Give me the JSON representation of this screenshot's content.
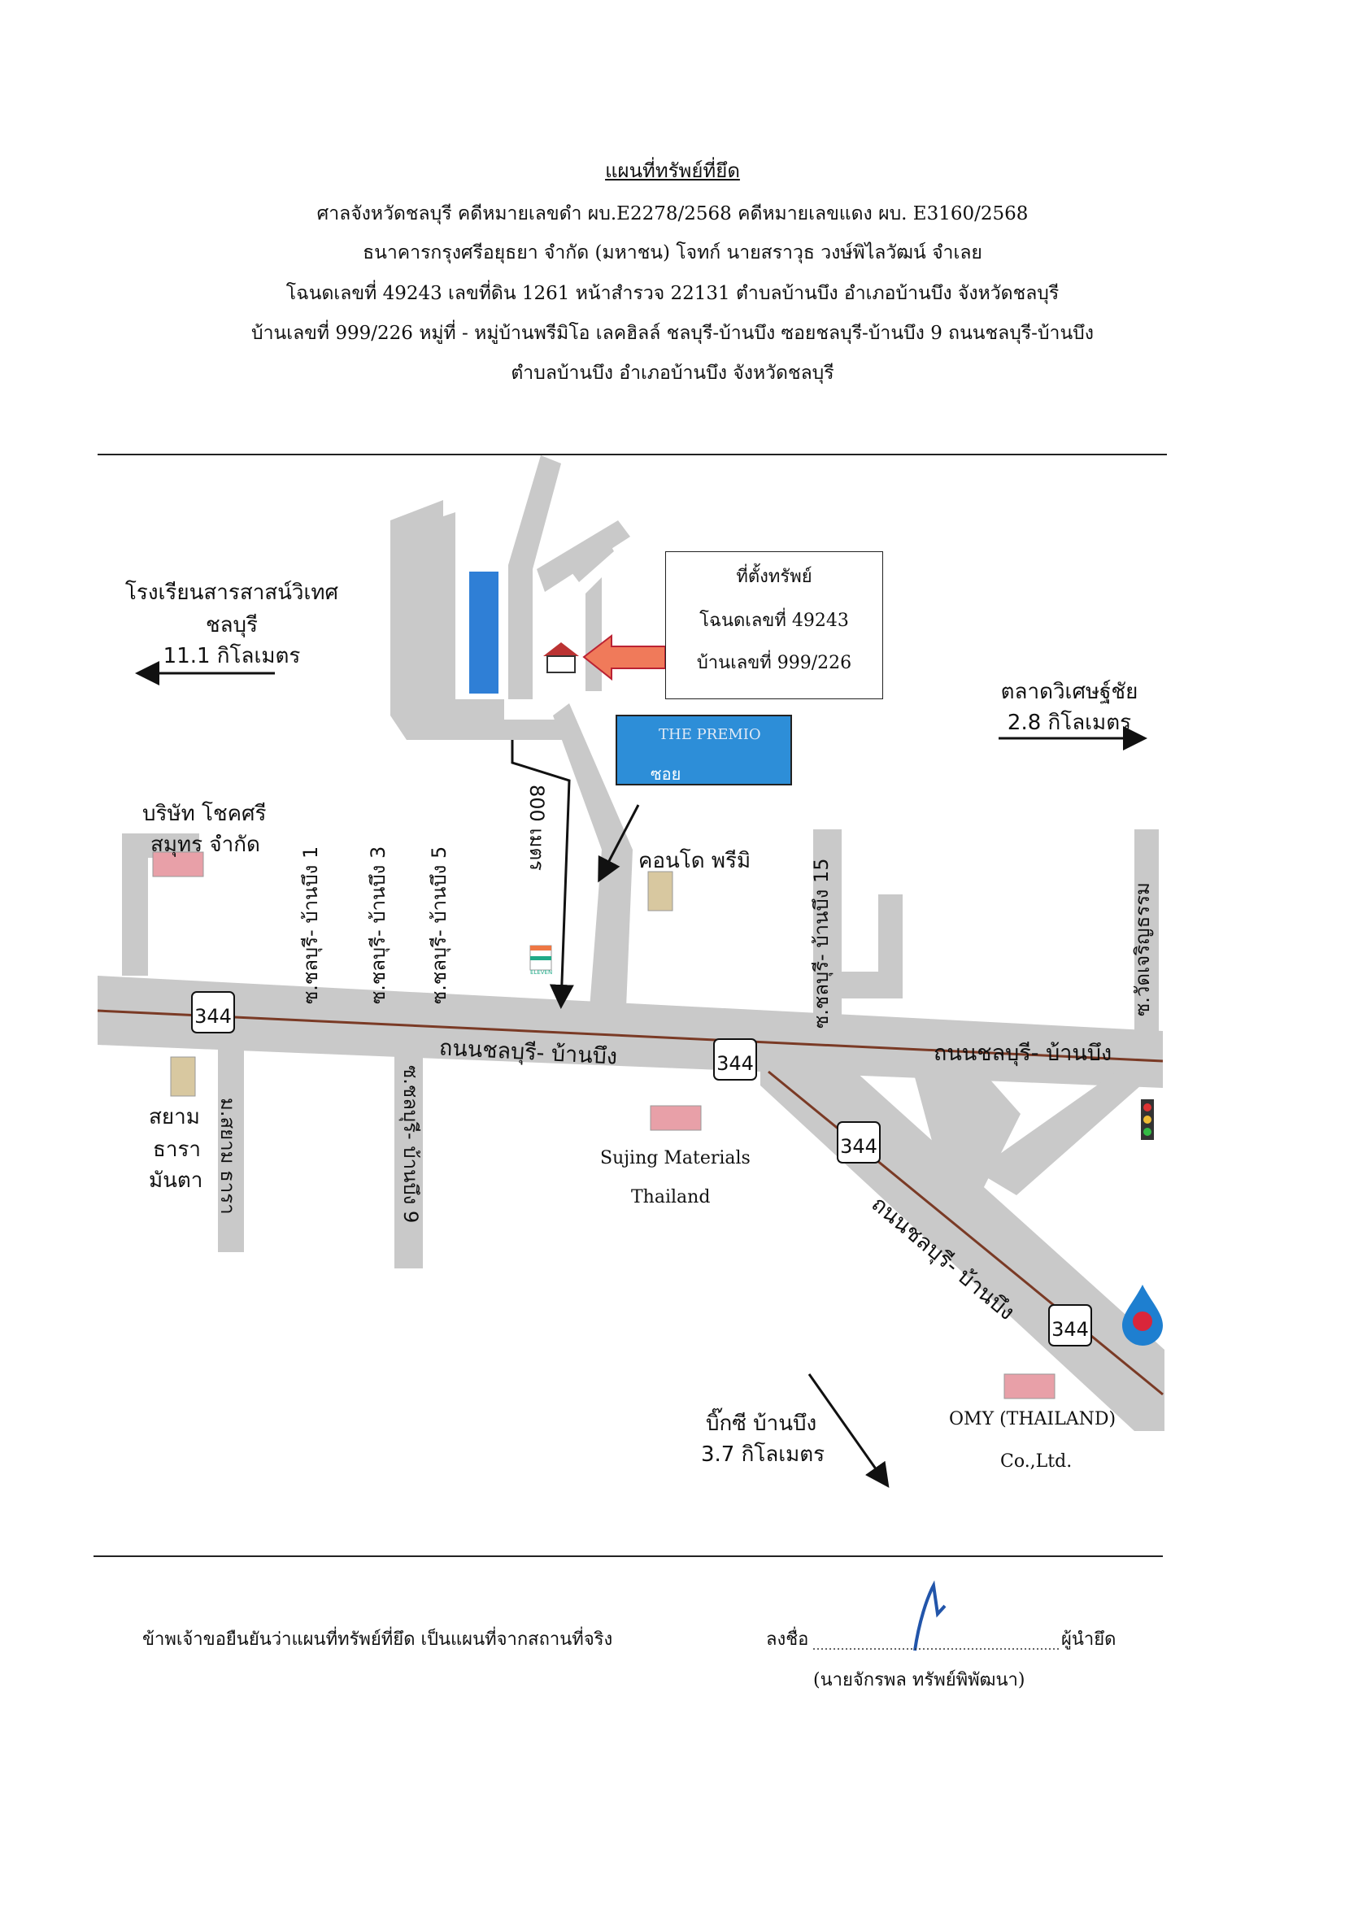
{
  "header": {
    "title": "แผนที่ทรัพย์ที่ยึด",
    "line1": "ศาลจังหวัดชลบุรี  คดีหมายเลขดำ ผบ.E2278/2568  คดีหมายเลขแดง ผบ. E3160/2568",
    "line2": "ธนาคารกรุงศรีอยุธยา จำกัด (มหาชน)    โจทก์  นายสราวุธ     วงษ์พิไลวัฒน์    จำเลย",
    "line3": "โฉนดเลขที่ 49243 เลขที่ดิน 1261 หน้าสำรวจ 22131 ตำบลบ้านบึง  อำเภอบ้านบึง  จังหวัดชลบุรี",
    "line4": "บ้านเลขที่ 999/226  หมู่ที่  -  หมู่บ้านพรีมิโอ เลคฮิลล์ ชลบุรี-บ้านบึง ซอยชลบุรี-บ้านบึง 9   ถนนชลบุรี-บ้านบึง",
    "line5": "ตำบลบ้านบึง  อำเภอบ้านบึง   จังหวัดชลบุรี"
  },
  "map": {
    "property_box": {
      "title": "ที่ตั้งทรัพย์",
      "deed": "โฉนดเลขที่ 49243",
      "house": "บ้านเลขที่  999/226"
    },
    "school": {
      "name1": "โรงเรียนสารสาสน์วิเทศ",
      "name2": "ชลบุรี",
      "distance": "11.1 กิโลเมตร"
    },
    "market": {
      "name": "ตลาดวิเศษฐ์ชัย",
      "distance": "2.8 กิโลเมตร"
    },
    "company": {
      "name1": "บริษัท โชคศรี",
      "name2": "สมุทร จำกัด"
    },
    "condo": "คอนโด พรีมิ",
    "premio_sign": "THE PREMIO",
    "premio_sub": "ซอย",
    "distance_800": "800 เมตร",
    "road_main_left": "ถนนชลบุรี- บ้านบึง",
    "road_main_right": "ถนนชลบุรี- บ้านบึง",
    "road_diag": "ถนนชลบุรี- บ้านบึง",
    "route_number": "344",
    "soi1": "ซ.ชลบุรี- บ้านบึง 1",
    "soi3": "ซ.ชลบุรี- บ้านบึง 3",
    "soi5": "ซ.ชลบุรี- บ้านบึง 5",
    "soi15": "ซ.ชลบุรี- บ้านบึง 15",
    "soi9": "ซ.ชลบุรี- บ้านบึง 9",
    "soi_wat": "ซ.วัดเจริญธรรม",
    "soi_siam": "ม.สยาม ธารา",
    "siam_name1": "สยาม",
    "siam_name2": "ธารา",
    "siam_name3": "มันตา",
    "sujing1": "Sujing Materials",
    "sujing2": "Thailand",
    "bigc_name": "บิ๊กซี บ้านบึง",
    "bigc_distance": "3.7 กิโลเมตร",
    "omy1": "OMY (THAILAND)",
    "omy2": "Co.,Ltd.",
    "seven_eleven": "ELEVEN"
  },
  "footer": {
    "declaration": "ข้าพเจ้าขอยืนยันว่าแผนที่ทรัพย์ที่ยึด เป็นแผนที่จากสถานที่จริง",
    "sign_prefix": "ลงชื่อ",
    "sign_suffix": "ผู้นำยึด",
    "signer": "(นายจักรพล    ทรัพย์พิพัฒนา)"
  },
  "colors": {
    "road": "#c9c9c9",
    "road_line": "#7a3a25",
    "arrow_fill": "#f07a5a",
    "building_blue": "#2f7fd6",
    "premio_bg": "#2d8ed8",
    "ptt_blue": "#1e7fd0",
    "ptt_red": "#d9263a",
    "signature": "#2255aa"
  }
}
